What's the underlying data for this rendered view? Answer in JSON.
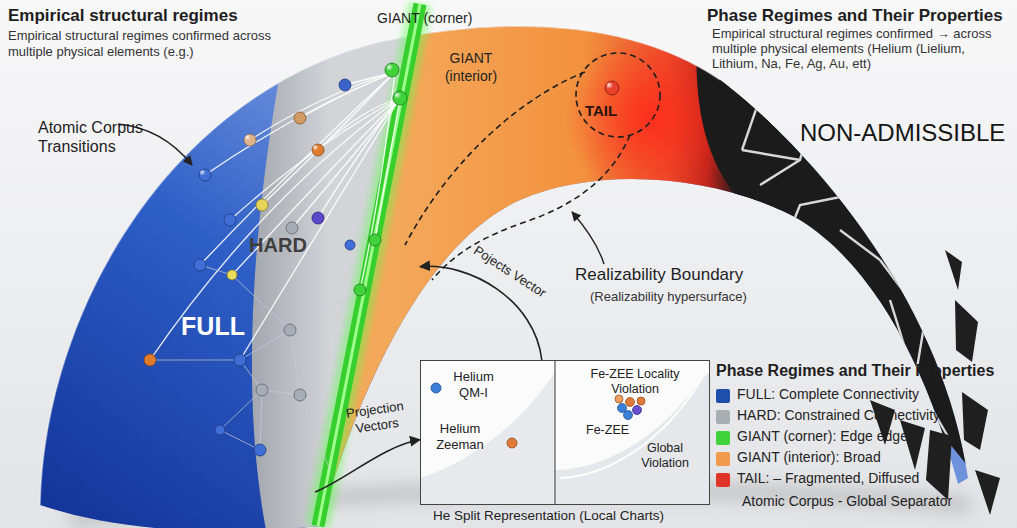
{
  "diagram": {
    "nodes": [
      {
        "text": [
          "FULL"
        ]
      },
      {
        "text": [
          "HARD"
        ]
      },
      {
        "text": [
          "GIANT (corner)"
        ]
      },
      {
        "text": [
          "GIANT (interior)"
        ]
      },
      {
        "text": [
          "TAIL"
        ]
      },
      {
        "text": [
          "NON-ADMISSIBLE"
        ]
      },
      {
        "text": [
          "He Split Representation (Local Charts)"
        ]
      },
      {
        "text": [
          "Helium QM-I",
          "Helium Zeeman"
        ],
        "in": 6
      },
      {
        "text": [
          "Fe-ZEE Locality Violation",
          "Fe-ZEE",
          "Global Violation"
        ],
        "in": 6
      }
    ],
    "edges": [
      {
        "from": 6,
        "to": 2,
        "arrow": "to",
        "label": "Pojects Vector"
      },
      {
        "from": 2,
        "to": 6,
        "arrow": "to",
        "label": "Projection Vectors"
      }
    ],
    "labels": [
      "Empirical structural regimes",
      "Empirical structural regimes confirmed across multiple physical elements (e.g.)",
      "Phase Regimes and Their Properties",
      "Empirical structural regimes confirmed → across multiple physical elements (Helium (Lielium, Lithium, Na, Fe, Ag, Au, ett)",
      "Atomic Corpus Transitions",
      "Realizability Boundary",
      "(Realizability hypersurface)",
      "Phase Regimes and Their Properties",
      "Atomic Corpus - Global Separator"
    ],
    "legend": [
      {
        "text": "FULL: Complete Connectivity",
        "color": "#1f4fa8"
      },
      {
        "text": "HARD: Constrained Connectivity",
        "color": "#a9adb4"
      },
      {
        "text": "GIANT (corner): Edge edge",
        "color": "#3fd23a"
      },
      {
        "text": "GIANT (interior): Broad",
        "color": "#f29a4c"
      },
      {
        "text": "TAIL: – Fragmented, Diffused",
        "color": "#e0342a"
      }
    ]
  }
}
